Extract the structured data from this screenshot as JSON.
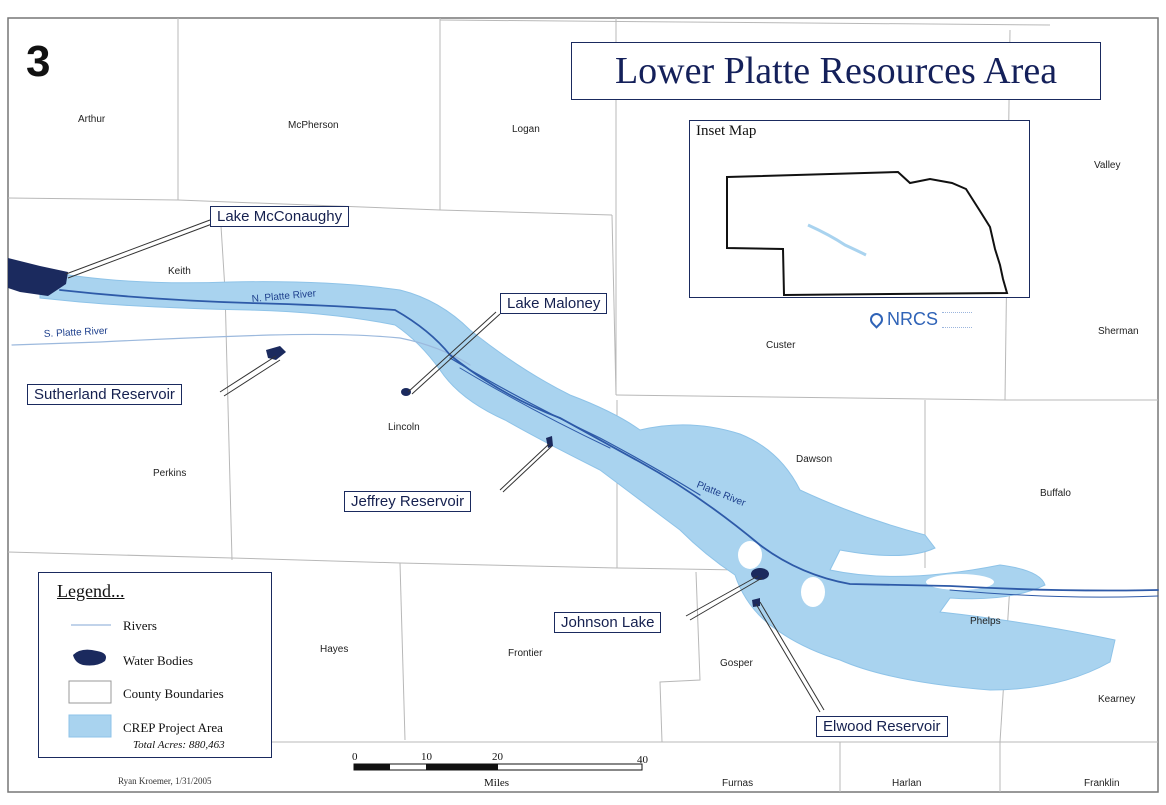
{
  "map_number": "3",
  "title": "Lower Platte Resources Area",
  "counties": [
    "Arthur",
    "McPherson",
    "Logan",
    "Valley",
    "Keith",
    "Custer",
    "Sherman",
    "Lincoln",
    "Dawson",
    "Buffalo",
    "Perkins",
    "Hayes",
    "Frontier",
    "Gosper",
    "Phelps",
    "Kearney",
    "Furnas",
    "Harlan",
    "Franklin"
  ],
  "rivers": {
    "n_platte": "N. Platte River",
    "s_platte": "S. Platte River",
    "platte": "Platte River"
  },
  "callouts": {
    "mcconaughy": "Lake McConaughy",
    "maloney": "Lake Maloney",
    "sutherland": "Sutherland Reservoir",
    "jeffrey": "Jeffrey Reservoir",
    "johnson": "Johnson Lake",
    "elwood": "Elwood Reservoir"
  },
  "inset": {
    "title": "Inset Map"
  },
  "logo": {
    "text": "NRCS"
  },
  "legend": {
    "title": "Legend...",
    "items": [
      {
        "label": "Rivers"
      },
      {
        "label": "Water Bodies"
      },
      {
        "label": "County Boundaries"
      },
      {
        "label": "CREP Project Area"
      }
    ],
    "total_acres": "Total Acres: 880,463"
  },
  "scale": {
    "ticks": [
      "0",
      "10",
      "20",
      "40"
    ],
    "unit": "Miles"
  },
  "author": "Ryan Kroemer, 1/31/2005",
  "colors": {
    "project_area": "#a9d3ef",
    "water": "#1b2a5e",
    "river": "#2e5aa8",
    "border": "#1a2a5e"
  }
}
